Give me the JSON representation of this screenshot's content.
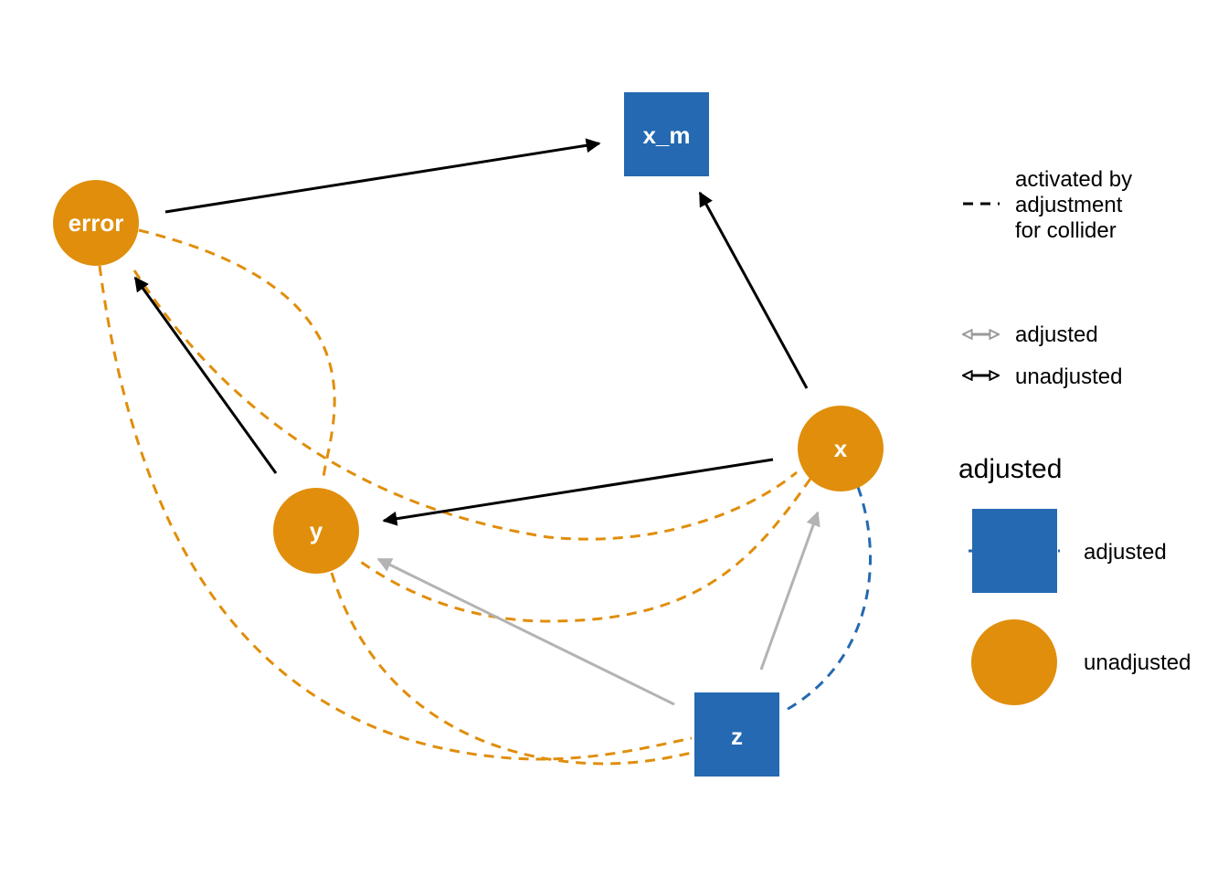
{
  "colors": {
    "adjusted": "#2469b1",
    "unadjusted": "#e08e0b",
    "edge_unadjusted": "#000000",
    "edge_adjusted": "#b3b3b3",
    "node_text": "#ffffff"
  },
  "nodes": [
    {
      "id": "x_m",
      "label": "x_m",
      "status": "adjusted",
      "shape": "square"
    },
    {
      "id": "error",
      "label": "error",
      "status": "unadjusted",
      "shape": "circle"
    },
    {
      "id": "x",
      "label": "x",
      "status": "unadjusted",
      "shape": "circle"
    },
    {
      "id": "y",
      "label": "y",
      "status": "unadjusted",
      "shape": "circle"
    },
    {
      "id": "z",
      "label": "z",
      "status": "adjusted",
      "shape": "square"
    }
  ],
  "edges": [
    {
      "from": "error",
      "to": "x_m",
      "status": "unadjusted"
    },
    {
      "from": "x",
      "to": "x_m",
      "status": "unadjusted"
    },
    {
      "from": "y",
      "to": "error",
      "status": "unadjusted"
    },
    {
      "from": "x",
      "to": "y",
      "status": "unadjusted"
    },
    {
      "from": "z",
      "to": "y",
      "status": "adjusted"
    },
    {
      "from": "z",
      "to": "x",
      "status": "adjusted"
    }
  ],
  "collider_paths": [
    {
      "between": [
        "error",
        "y"
      ],
      "color": "unadjusted"
    },
    {
      "between": [
        "error",
        "x"
      ],
      "color": "unadjusted"
    },
    {
      "between": [
        "error",
        "z"
      ],
      "color": "unadjusted"
    },
    {
      "between": [
        "x",
        "y"
      ],
      "color": "unadjusted"
    },
    {
      "between": [
        "y",
        "z"
      ],
      "color": "unadjusted"
    },
    {
      "between": [
        "x",
        "z"
      ],
      "color": "adjusted"
    }
  ],
  "legend": {
    "linetype_label_lines": [
      "activated by",
      "adjustment",
      "for collider"
    ],
    "edge_items": [
      {
        "label": "adjusted",
        "status": "adjusted"
      },
      {
        "label": "unadjusted",
        "status": "unadjusted"
      }
    ],
    "node_title": "adjusted",
    "node_items": [
      {
        "label": "adjusted",
        "status": "adjusted",
        "shape": "square"
      },
      {
        "label": "unadjusted",
        "status": "unadjusted",
        "shape": "circle"
      }
    ]
  }
}
